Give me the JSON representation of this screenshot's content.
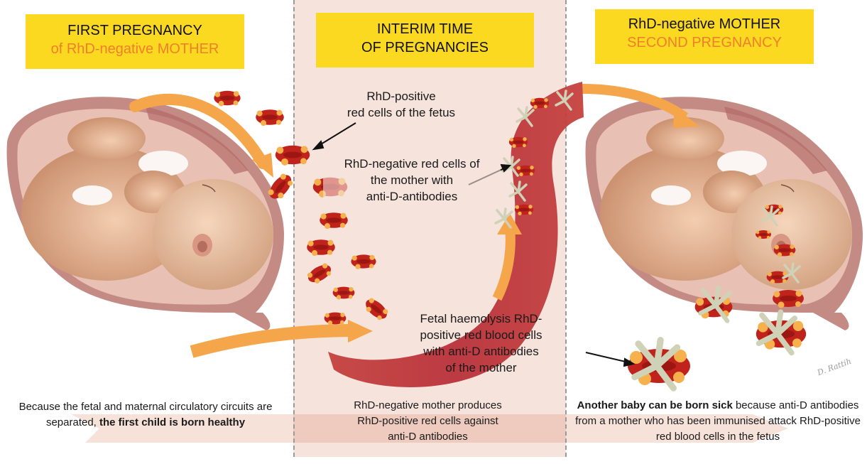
{
  "colors": {
    "title_bg": "#fcd921",
    "title_accent": "#ef7f2a",
    "interim_bg": "#f5e3dc",
    "arrow_orange": "#f5a54a",
    "blood_cell": "#c0231c",
    "antigen_dot": "#f6b04c",
    "antibody": "#c9c7a8",
    "uterus": "#c48b85",
    "skin": "#e8b894"
  },
  "panels": {
    "first": {
      "title_line1": "FIRST PREGNANCY",
      "title_line2": "of RhD-negative MOTHER",
      "caption_plain": "Because the fetal and maternal circulatory circuits are separated, ",
      "caption_bold": "the first child is born healthy"
    },
    "interim": {
      "title_line1": "INTERIM TIME",
      "title_line2": "OF PREGNANCIES",
      "label_fetal_cells_line1": "RhD-positive",
      "label_fetal_cells_line2": "red cells of the fetus",
      "label_maternal_cells_line1": "RhD-negative red cells of",
      "label_maternal_cells_line2": "the mother with",
      "label_maternal_cells_line3": "anti-D-antibodies",
      "label_haemolysis_line1": "Fetal haemolysis RhD-",
      "label_haemolysis_line2": "positive red blood cells",
      "label_haemolysis_line3": "with anti-D antibodies",
      "label_haemolysis_line4": "of the mother",
      "caption_line1": "RhD-negative mother produces",
      "caption_line2": "RhD-positive red cells against",
      "caption_line3": "anti-D antibodies"
    },
    "second": {
      "title_line1": "RhD-negative MOTHER",
      "title_line2": "SECOND PREGNANCY",
      "caption_bold": "Another baby can be born sick",
      "caption_plain": " because anti-D antibodies from a mother who has been immunised attack RhD-positive red blood cells in the fetus"
    }
  },
  "signature": "D. Rattih"
}
